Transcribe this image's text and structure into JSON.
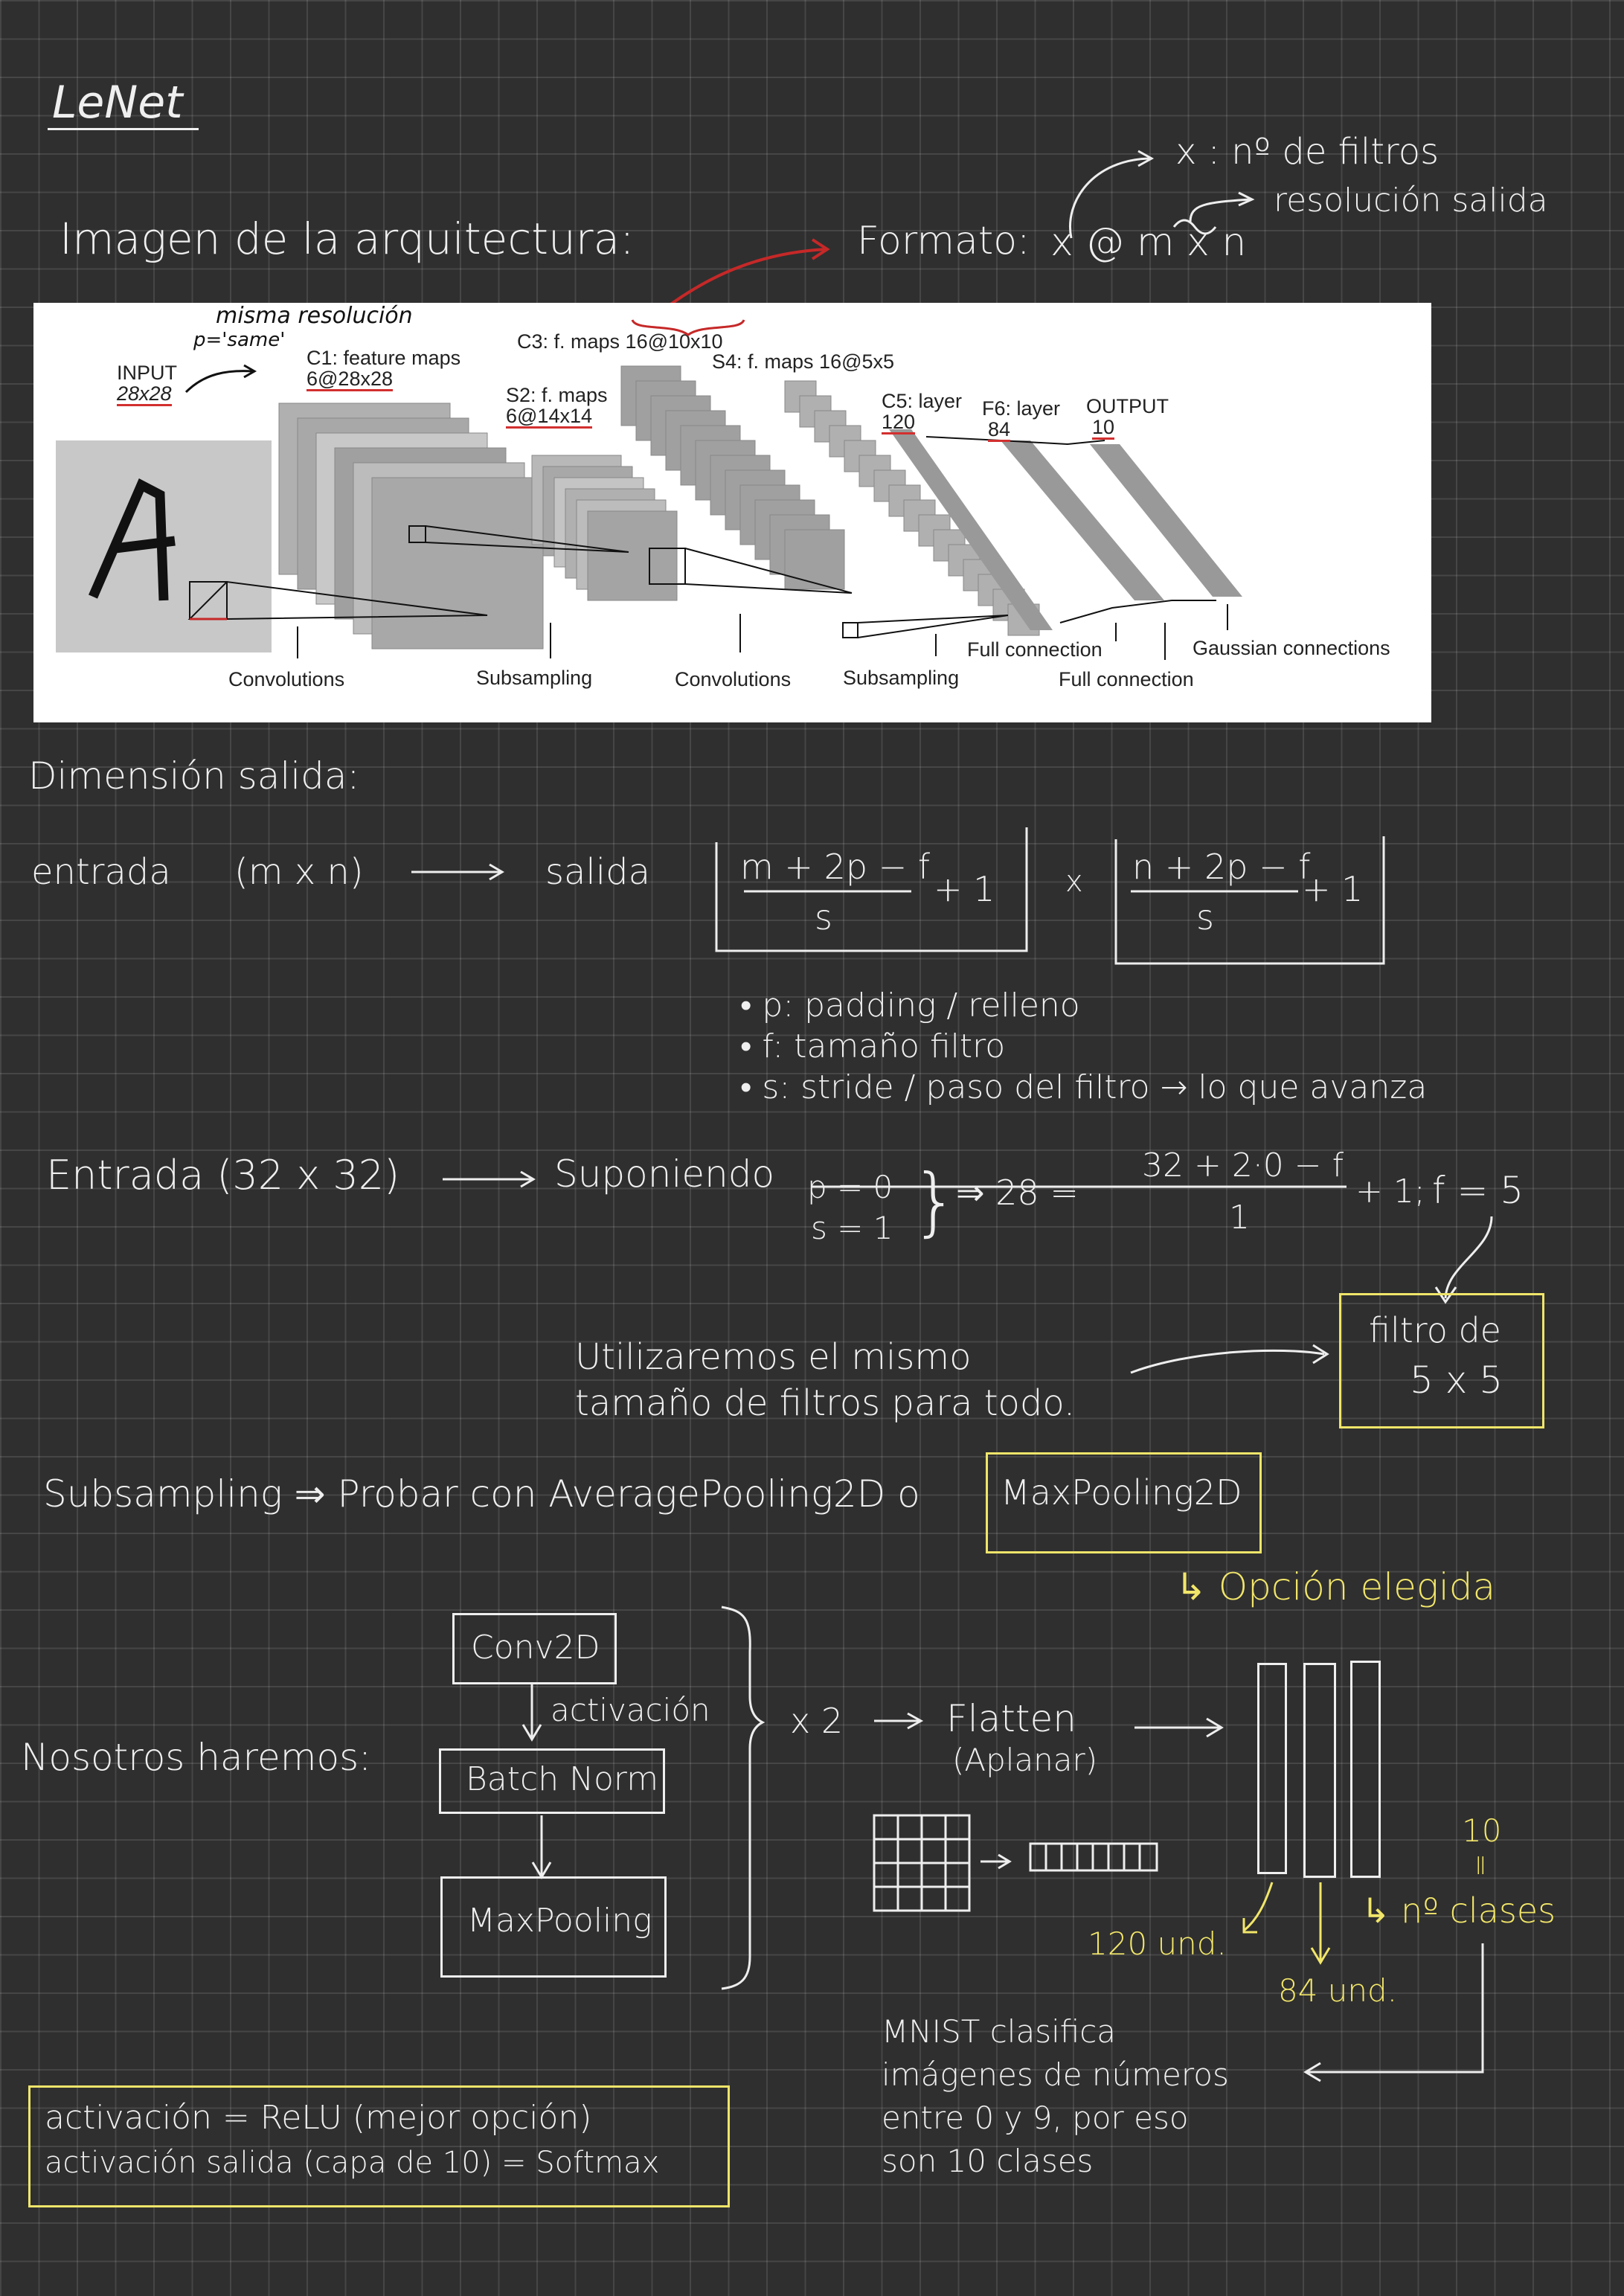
{
  "title": "LeNet",
  "section_image": "Imagen de la arquitectura:",
  "format": {
    "label": "Formato:",
    "expr": "x @ m x n",
    "x_note": "x : nº de filtros",
    "res_note": "resolución salida"
  },
  "arch": {
    "same_note_1": "misma resolución",
    "same_note_2": "p='same'",
    "input": "INPUT",
    "input_size": "28x28",
    "c1": "C1: feature maps",
    "c1_size": "6@28x28",
    "s2": "S2: f. maps",
    "s2_size": "6@14x14",
    "c3": "C3: f. maps 16@10x10",
    "s4": "S4: f. maps 16@5x5",
    "c5": "C5: layer",
    "c5_size": "120",
    "f6": "F6: layer",
    "f6_size": "84",
    "output": "OUTPUT",
    "output_size": "10",
    "bottom_labels": [
      "Convolutions",
      "Subsampling",
      "Convolutions",
      "Subsampling",
      "Full connection",
      "Full connection",
      "Gaussian connections"
    ]
  },
  "dimension": {
    "heading": "Dimensión salida:",
    "entrada": "entrada",
    "mn": "(m x n)",
    "salida": "salida",
    "num_m": "m + 2p − f",
    "num_n": "n + 2p − f",
    "den": "s",
    "plus1": "+ 1",
    "times": "x"
  },
  "bullets": [
    "p: padding / relleno",
    "f: tamaño filtro",
    "s: stride / paso del filtro → lo que avanza"
  ],
  "example": {
    "entrada": "Entrada (32 x 32)",
    "suponiendo": "Suponiendo",
    "p": "p = 0",
    "s": "s = 1",
    "eq_left": "⇒ 28 =",
    "num": "32 + 2·0 − f",
    "den": "1",
    "eq_right": "+ 1;",
    "f_result": "f = 5"
  },
  "filter_note": {
    "line1": "Utilizaremos el mismo",
    "line2": "tamaño de filtros para todo.",
    "box1": "filtro de",
    "box2": "5 x 5"
  },
  "subsampling": {
    "text": "Subsampling ⇒ Probar con AveragePooling2D o",
    "chosen": "MaxPooling2D",
    "chosen_note": "↳ Opción elegida"
  },
  "plan": {
    "heading": "Nosotros haremos:",
    "conv": "Conv2D",
    "activation": "activación",
    "batch": "Batch Norm",
    "pool": "MaxPooling",
    "x2": "x 2",
    "flatten": "Flatten",
    "flatten_sub": "(Aplanar)",
    "u120": "120 und.",
    "u84": "84 und.",
    "ten": "10",
    "eq": "=",
    "classes": "↳ nº clases"
  },
  "mnist": [
    "MNIST clasifica",
    "imágenes de números",
    "entre 0 y 9, por eso",
    "son 10 clases"
  ],
  "activation_box": [
    "activación = ReLU (mejor opción)",
    "activación salida (capa de 10) = Softmax"
  ]
}
